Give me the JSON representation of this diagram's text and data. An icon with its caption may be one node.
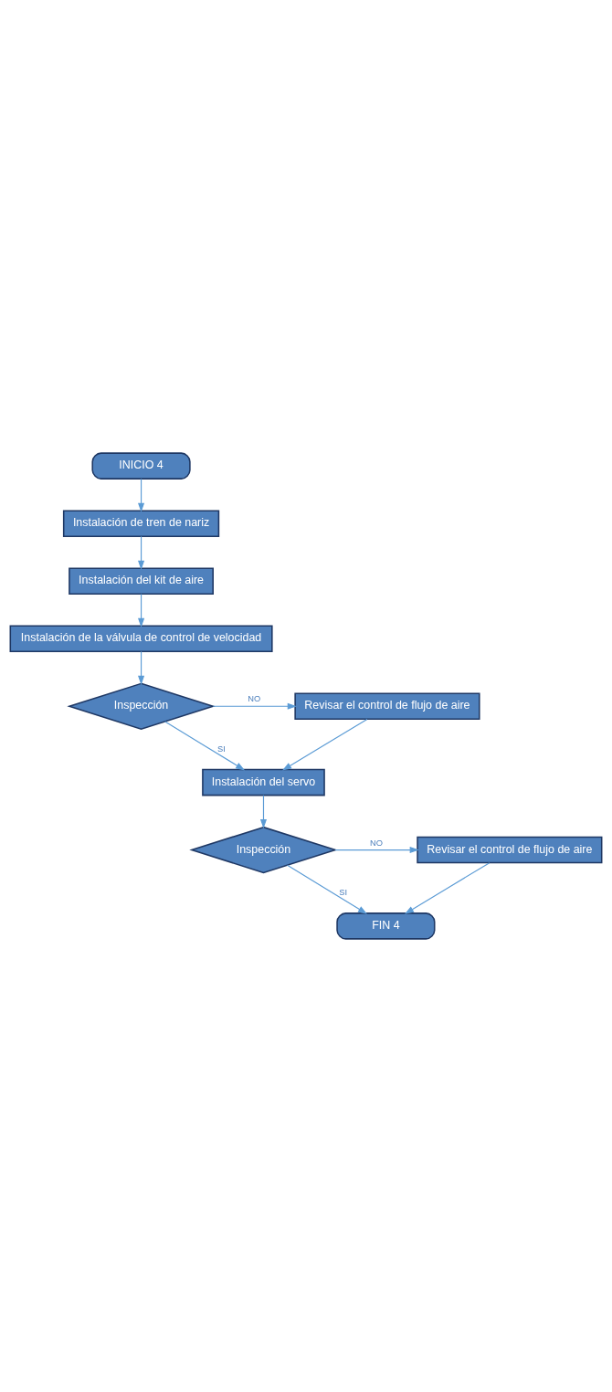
{
  "diagram": {
    "nodes": [
      {
        "text": [
          "INICIO 4"
        ]
      },
      {
        "text": [
          "Instalación de tren de nariz"
        ]
      },
      {
        "text": [
          "Instalación del kit de aire"
        ]
      },
      {
        "text": [
          "Instalación de la válvula de control de velocidad"
        ]
      },
      {
        "text": [
          "Inspección"
        ]
      },
      {
        "text": [
          "Revisar el control de flujo de aire"
        ]
      },
      {
        "text": [
          "Instalación del servo"
        ]
      },
      {
        "text": [
          "Inspección"
        ]
      },
      {
        "text": [
          "Revisar el control de flujo de aire"
        ]
      },
      {
        "text": [
          "FIN 4"
        ]
      }
    ],
    "edges": [
      {
        "from": 0,
        "to": 1,
        "arrow": "to"
      },
      {
        "from": 1,
        "to": 2,
        "arrow": "to"
      },
      {
        "from": 2,
        "to": 3,
        "arrow": "to"
      },
      {
        "from": 3,
        "to": 4,
        "arrow": "to"
      },
      {
        "from": 4,
        "to": 5,
        "arrow": "to",
        "label": "NO"
      },
      {
        "from": 5,
        "to": 6,
        "arrow": "to"
      },
      {
        "from": 4,
        "to": 6,
        "arrow": "to",
        "label": "SI"
      },
      {
        "from": 6,
        "to": 7,
        "arrow": "to"
      },
      {
        "from": 7,
        "to": 8,
        "arrow": "to",
        "label": "NO"
      },
      {
        "from": 8,
        "to": 9,
        "arrow": "to"
      },
      {
        "from": 7,
        "to": 9,
        "arrow": "to",
        "label": "SI"
      }
    ]
  }
}
